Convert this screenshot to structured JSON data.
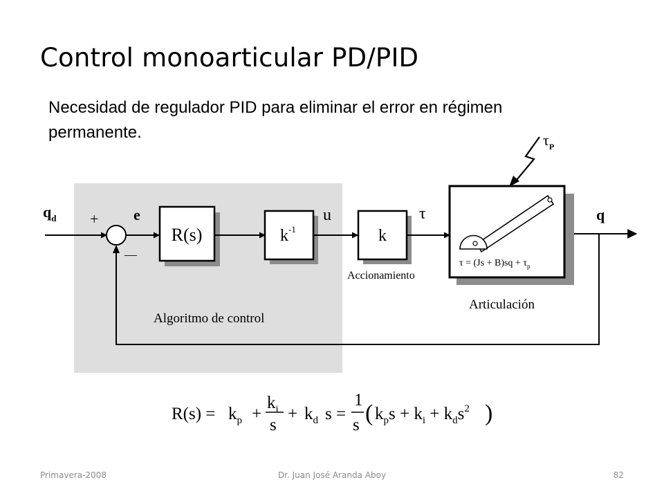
{
  "slide": {
    "title": "Control monoarticular PD/PID",
    "subtitle": "Necesidad de regulador PID para eliminar el error en régimen permanente."
  },
  "diagram": {
    "input_label": "q",
    "input_sub": "d",
    "plus_sign": "+",
    "minus_sign": "—",
    "error_label": "e",
    "controller_label": "R(s)",
    "kinv_base": "k",
    "kinv_exp": "-1",
    "u_label": "u",
    "k_label": "k",
    "tau_label": "τ",
    "disturbance_label": "τ",
    "disturbance_sub": "P",
    "output_label": "q",
    "outer_output_label": "q",
    "actuator_caption": "Accionamiento",
    "joint_caption": "Articulación",
    "control_caption": "Algoritmo de control",
    "joint_equation": "τ = (Js + B)sq + τ",
    "joint_equation_sub": "p"
  },
  "formula": {
    "lhs": "R(s) = ",
    "kp": "k",
    "kp_sub": "p",
    "plus1": "+",
    "ki_num": "k",
    "ki_num_sub": "i",
    "ki_den": "s",
    "plus2": "+",
    "kd": "k",
    "kd_sub": "d",
    "kd_s": "s",
    "equals": "=",
    "one": "1",
    "one_den": "s",
    "open_paren": "(",
    "close_paren": ")",
    "r_kp": "k",
    "r_kp_sub": "p",
    "r_s1": "s + ",
    "r_ki": "k",
    "r_ki_sub": "i",
    "r_plus": " + ",
    "r_kd": "k",
    "r_kd_sub": "d",
    "r_s2": "s",
    "r_sq": "2"
  },
  "footer": {
    "left": "Primavera-2008",
    "center": "Dr. Juan José Aranda Aboy",
    "right": "82"
  }
}
